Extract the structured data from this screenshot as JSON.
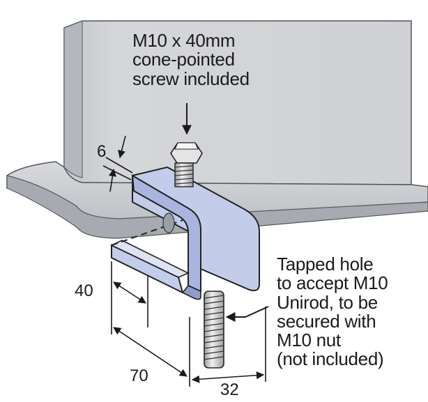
{
  "callouts": {
    "screw_note": [
      "M10 x 40mm",
      "cone-pointed",
      "screw included"
    ],
    "hole_note": [
      "Tapped hole",
      "to accept M10",
      "Unirod, to be",
      "secured with",
      "M10 nut",
      "(not included)"
    ]
  },
  "dimensions": {
    "flange_thickness": "6",
    "depth": "40",
    "length": "70",
    "width": "32"
  },
  "colors": {
    "beam": "#d2d4d7",
    "beam_shadow": "#a8acb2",
    "clamp": "#c3cdea",
    "clamp_shadow": "#93a0cf",
    "metal": "#dcdcdc",
    "ink": "#1a1a1a"
  }
}
